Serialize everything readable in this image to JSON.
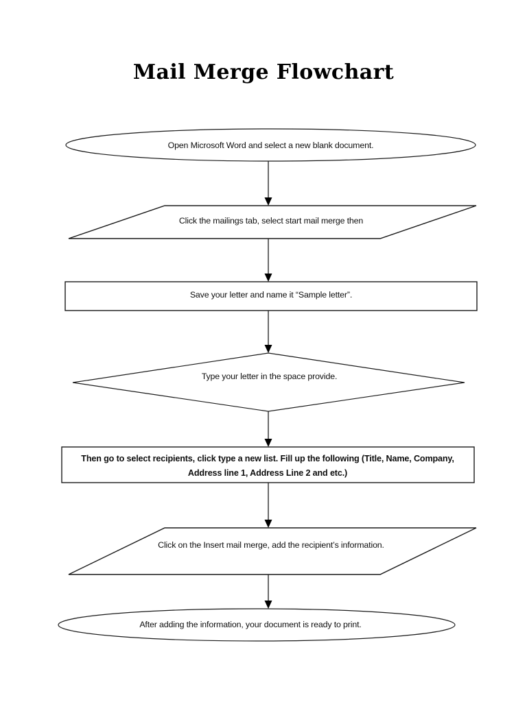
{
  "document": {
    "title": "Mail Merge Flowchart",
    "background_color": "#ffffff",
    "line_color": "#1a1a1a",
    "text_color": "#0d0d0d"
  },
  "chart_data": {
    "type": "diagram",
    "diagram_kind": "flowchart",
    "title": "Mail Merge Flowchart",
    "orientation": "top-to-bottom",
    "nodes": [
      {
        "id": "n1",
        "shape": "ellipse",
        "role": "terminator",
        "text": "Open Microsoft Word and select a new blank document."
      },
      {
        "id": "n2",
        "shape": "parallelogram",
        "role": "input-output",
        "text": "Click the mailings tab, select start mail merge then"
      },
      {
        "id": "n3",
        "shape": "rectangle",
        "role": "process",
        "text": "Save your letter and name it “Sample letter”."
      },
      {
        "id": "n4",
        "shape": "diamond",
        "role": "decision",
        "text": "Type your letter in the space provide."
      },
      {
        "id": "n5",
        "shape": "rectangle",
        "role": "process",
        "text": "Then go to select recipients, click type a new list. Fill up the following (Title, Name, Company, Address line 1, Address Line 2 and etc.)"
      },
      {
        "id": "n6",
        "shape": "parallelogram",
        "role": "input-output",
        "text": "Click on the Insert mail merge, add the recipient’s information."
      },
      {
        "id": "n7",
        "shape": "ellipse",
        "role": "terminator",
        "text": "After adding the information, your document is ready to print."
      }
    ],
    "edges": [
      {
        "from": "n1",
        "to": "n2",
        "style": "arrow-down",
        "label": ""
      },
      {
        "from": "n2",
        "to": "n3",
        "style": "arrow-down",
        "label": ""
      },
      {
        "from": "n3",
        "to": "n4",
        "style": "arrow-down",
        "label": ""
      },
      {
        "from": "n4",
        "to": "n5",
        "style": "arrow-down",
        "label": ""
      },
      {
        "from": "n5",
        "to": "n6",
        "style": "arrow-down",
        "label": ""
      },
      {
        "from": "n6",
        "to": "n7",
        "style": "arrow-down",
        "label": ""
      }
    ]
  }
}
